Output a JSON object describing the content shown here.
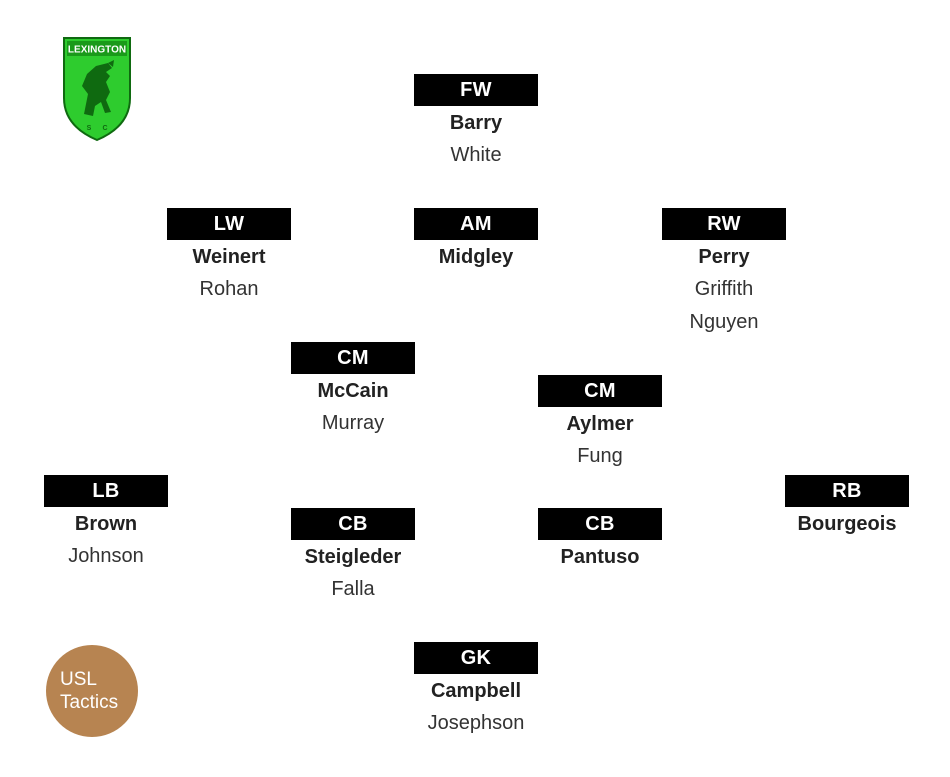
{
  "team": {
    "crest_text": "LEXINGTON",
    "crest_initials": [
      "S",
      "C"
    ],
    "crest_color": "#2ecc2e"
  },
  "positions": {
    "fw": {
      "label": "FW",
      "starter": "Barry",
      "backups": [
        "White"
      ]
    },
    "lw": {
      "label": "LW",
      "starter": "Weinert",
      "backups": [
        "Rohan"
      ]
    },
    "am": {
      "label": "AM",
      "starter": "Midgley",
      "backups": []
    },
    "rw": {
      "label": "RW",
      "starter": "Perry",
      "backups": [
        "Griffith",
        "Nguyen"
      ]
    },
    "lcm": {
      "label": "CM",
      "starter": "McCain",
      "backups": [
        "Murray"
      ]
    },
    "rcm": {
      "label": "CM",
      "starter": "Aylmer",
      "backups": [
        "Fung"
      ]
    },
    "lb": {
      "label": "LB",
      "starter": "Brown",
      "backups": [
        "Johnson"
      ]
    },
    "lcb": {
      "label": "CB",
      "starter": "Steigleder",
      "backups": [
        "Falla"
      ]
    },
    "rcb": {
      "label": "CB",
      "starter": "Pantuso",
      "backups": []
    },
    "rb": {
      "label": "RB",
      "starter": "Bourgeois",
      "backups": []
    },
    "gk": {
      "label": "GK",
      "starter": "Campbell",
      "backups": [
        "Josephson"
      ]
    }
  },
  "badge": {
    "line1": "USL",
    "line2": "Tactics",
    "color": "#b78451"
  }
}
